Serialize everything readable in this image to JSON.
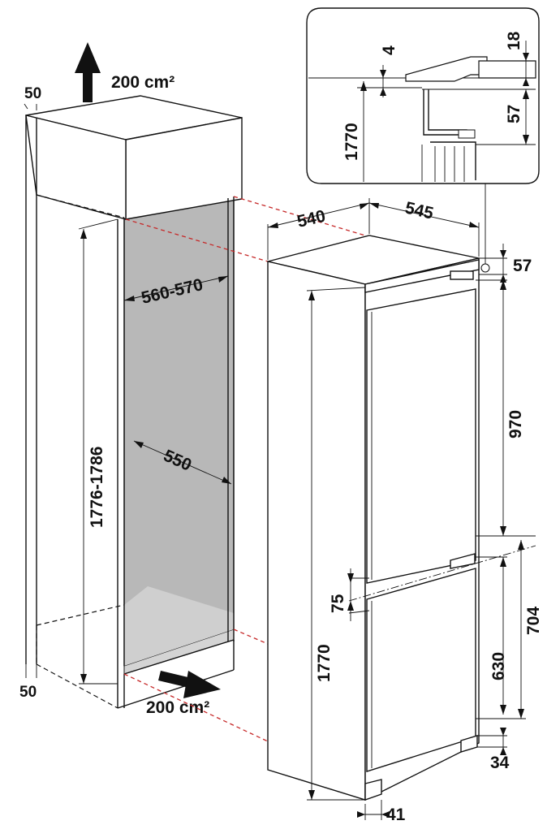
{
  "colors": {
    "line": "#111111",
    "guide": "#c62828",
    "niche_back": "#b8b8b8",
    "niche_floor": "#d4d4d4",
    "panel": "#ffffff",
    "arrow": "#111111"
  },
  "icons": {
    "airflow_up": "arrow-up-icon",
    "airflow_in": "arrow-right-icon"
  },
  "labels": {
    "vent_top": "200 cm²",
    "vent_bottom": "200 cm²",
    "gap_top": "50",
    "gap_bottom": "50",
    "niche_height": "1776-1786",
    "niche_width": "560-570",
    "niche_depth": "550",
    "appliance_width": "540",
    "appliance_depth": "545",
    "top_clearance": "57",
    "appliance_height": "1770",
    "upper_door": "970",
    "door_gap": "75",
    "lower_section": "704",
    "lower_door": "630",
    "foot_height": "34",
    "foot_depth": "41"
  },
  "inset": {
    "gap": "4",
    "top": "18",
    "side": "57",
    "height": "1770"
  }
}
